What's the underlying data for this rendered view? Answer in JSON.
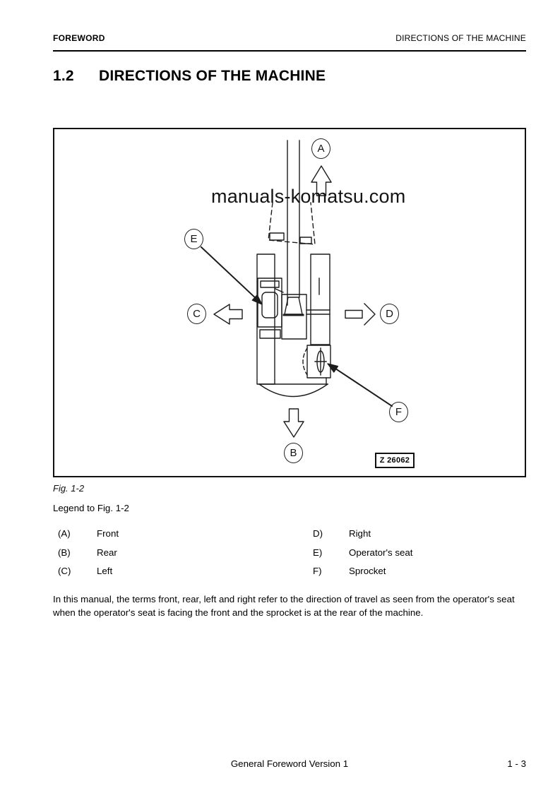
{
  "header": {
    "left": "FOREWORD",
    "right": "DIRECTIONS OF THE MACHINE"
  },
  "title": {
    "number": "1.2",
    "text": "DIRECTIONS OF THE MACHINE"
  },
  "figure": {
    "watermark": "manuals-komatsu.com",
    "drawing_number": "Z 26062",
    "caption": "Fig. 1-2",
    "labels": {
      "A": "A",
      "B": "B",
      "C": "C",
      "D": "D",
      "E": "E",
      "F": "F"
    }
  },
  "legend": {
    "heading": "Legend to Fig. 1-2",
    "rows": [
      {
        "lkey": "(A)",
        "lval": "Front",
        "rkey": "D)",
        "rval": "Right"
      },
      {
        "lkey": "(B)",
        "lval": "Rear",
        "rkey": "E)",
        "rval": "Operator's seat"
      },
      {
        "lkey": "(C)",
        "lval": "Left",
        "rkey": "F)",
        "rval": "Sprocket"
      }
    ]
  },
  "paragraph": "In this manual, the terms front, rear, left and right refer to the direction of travel as seen from the operator's seat when the operator's seat is facing the front and the sprocket is at the rear of the machine.",
  "footer": {
    "center": "General Foreword Version 1",
    "right": "1 - 3"
  }
}
